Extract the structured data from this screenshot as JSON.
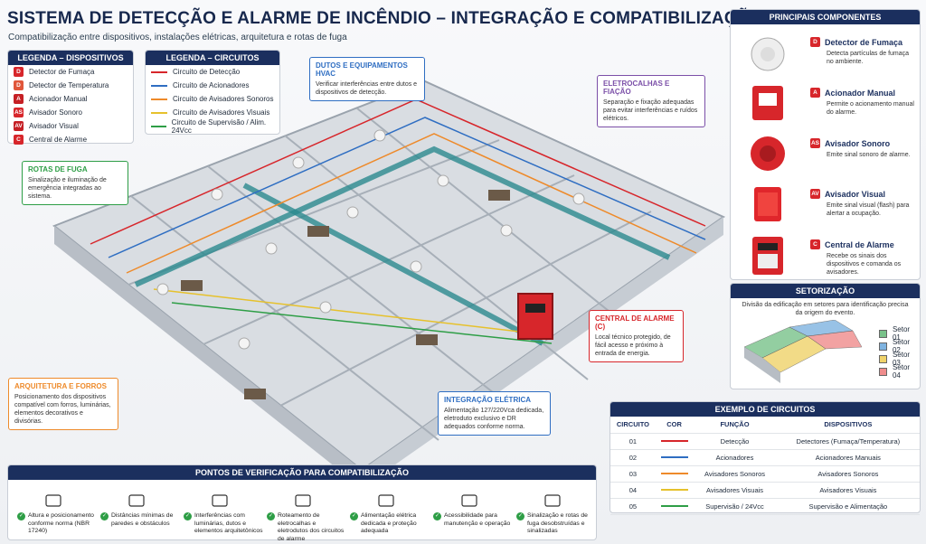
{
  "title": "SISTEMA DE DETECÇÃO E ALARME DE INCÊNDIO – INTEGRAÇÃO E COMPATIBILIZAÇÃO",
  "subtitle": "Compatibilização entre dispositivos, instalações elétricas, arquitetura e rotas de fuga",
  "legend_devices": {
    "title": "LEGENDA – DISPOSITIVOS",
    "items": [
      {
        "code": "D",
        "label": "Detector de Fumaça",
        "color": "#d7262b"
      },
      {
        "code": "D",
        "label": "Detector de Temperatura",
        "color": "#e0563a"
      },
      {
        "code": "A",
        "label": "Acionador Manual",
        "color": "#c51f24"
      },
      {
        "code": "AS",
        "label": "Avisador Sonoro",
        "color": "#d7262b"
      },
      {
        "code": "AV",
        "label": "Avisador Visual",
        "color": "#c51f24"
      },
      {
        "code": "C",
        "label": "Central de Alarme",
        "color": "#d7262b"
      }
    ]
  },
  "legend_circuits": {
    "title": "LEGENDA – CIRCUITOS",
    "items": [
      {
        "label": "Circuito de Detecção",
        "color": "#d7262b"
      },
      {
        "label": "Circuito de Acionadores",
        "color": "#2f6ec2"
      },
      {
        "label": "Circuito de Avisadores Sonoros",
        "color": "#ee8a2a"
      },
      {
        "label": "Circuito de Avisadores Visuais",
        "color": "#e6c12c"
      },
      {
        "label": "Circuito de Supervisão / Alim. 24Vcc",
        "color": "#2e9e46"
      }
    ]
  },
  "callouts": {
    "hvac": {
      "title": "DUTOS E EQUIPAMENTOS HVAC",
      "text": "Verificar interferências entre dutos e dispositivos de detecção."
    },
    "eletrocalhas": {
      "title": "ELETROCALHAS E FIAÇÃO",
      "text": "Separação e fixação adequadas para evitar interferências e ruídos elétricos."
    },
    "rotas": {
      "title": "ROTAS DE FUGA",
      "text": "Sinalização e iluminação de emergência integradas ao sistema."
    },
    "central": {
      "title": "CENTRAL DE ALARME (C)",
      "text": "Local técnico protegido, de fácil acesso e próximo à entrada de energia."
    },
    "arquitetura": {
      "title": "ARQUITETURA E FORROS",
      "text": "Posicionamento dos dispositivos compatível com forros, luminárias, elementos decorativos e divisórias."
    },
    "integracao": {
      "title": "INTEGRAÇÃO ELÉTRICA",
      "text": "Alimentação 127/220Vca dedicada, eletroduto exclusivo e DR adequados conforme norma."
    }
  },
  "components": {
    "title": "PRINCIPAIS COMPONENTES",
    "items": [
      {
        "code": "D",
        "name": "Detector de Fumaça",
        "desc": "Detecta partículas de fumaça no ambiente."
      },
      {
        "code": "A",
        "name": "Acionador Manual",
        "desc": "Permite o acionamento manual do alarme."
      },
      {
        "code": "AS",
        "name": "Avisador Sonoro",
        "desc": "Emite sinal sonoro de alarme."
      },
      {
        "code": "AV",
        "name": "Avisador Visual",
        "desc": "Emite sinal visual (flash) para alertar a ocupação."
      },
      {
        "code": "C",
        "name": "Central de Alarme",
        "desc": "Recebe os sinais dos dispositivos e comanda os avisadores."
      }
    ]
  },
  "setorizacao": {
    "title": "SETORIZAÇÃO",
    "text": "Divisão da edificação em setores para identificação precisa da origem do evento.",
    "sectors": [
      {
        "label": "Setor 01",
        "color": "#79c28a"
      },
      {
        "label": "Setor 02",
        "color": "#7fb3e0"
      },
      {
        "label": "Setor 03",
        "color": "#f0d36a"
      },
      {
        "label": "Setor 04",
        "color": "#ef8c8c"
      }
    ]
  },
  "circuits_table": {
    "title": "EXEMPLO DE CIRCUITOS",
    "headers": [
      "CIRCUITO",
      "COR",
      "FUNÇÃO",
      "DISPOSITIVOS"
    ],
    "rows": [
      {
        "n": "01",
        "color": "#d7262b",
        "func": "Detecção",
        "dev": "Detectores (Fumaça/Temperatura)"
      },
      {
        "n": "02",
        "color": "#2f6ec2",
        "func": "Acionadores",
        "dev": "Acionadores Manuais"
      },
      {
        "n": "03",
        "color": "#ee8a2a",
        "func": "Avisadores Sonoros",
        "dev": "Avisadores Sonoros"
      },
      {
        "n": "04",
        "color": "#e6c12c",
        "func": "Avisadores Visuais",
        "dev": "Avisadores Visuais"
      },
      {
        "n": "05",
        "color": "#2e9e46",
        "func": "Supervisão / 24Vcc",
        "dev": "Supervisão e Alimentação"
      }
    ]
  },
  "checks": {
    "title": "PONTOS DE VERIFICAÇÃO PARA COMPATIBILIZAÇÃO",
    "items": [
      "Altura e posicionamento conforme norma (NBR 17240)",
      "Distâncias mínimas de paredes e obstáculos",
      "Interferências com luminárias, dutos e elementos arquitetônicos",
      "Roteamento de eletrocalhas e eletrodutos dos circuitos de alarme",
      "Alimentação elétrica dedicada e proteção adequada",
      "Acessibilidade para manutenção e operação",
      "Sinalização e rotas de fuga desobstruídas e sinalizadas"
    ]
  }
}
